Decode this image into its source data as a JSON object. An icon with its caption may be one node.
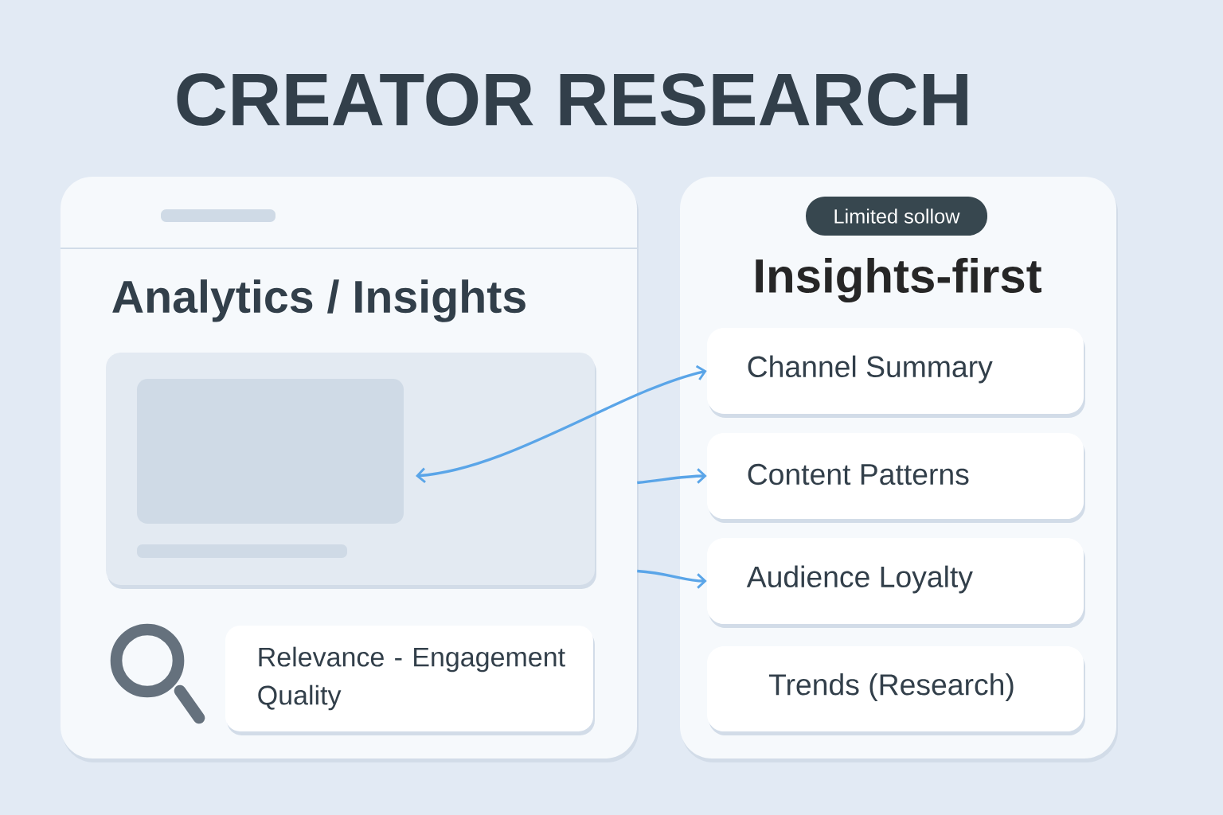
{
  "diagram": {
    "title": "CREATOR RESEARCH",
    "nodes": [
      {
        "text": [
          "Analytics / Insights"
        ]
      },
      {
        "text": [],
        "shape": "box",
        "in": 0
      },
      {
        "text": [
          "Relevance - Engagement Quality"
        ],
        "in": 0
      },
      {
        "text": [
          "Insights-first"
        ]
      },
      {
        "text": [
          "Limited sollow"
        ],
        "in": 3
      },
      {
        "text": [
          "Channel Summary"
        ],
        "in": 3
      },
      {
        "text": [
          "Content Patterns"
        ],
        "in": 3
      },
      {
        "text": [
          "Audience Loyalty"
        ],
        "in": 3
      },
      {
        "text": [
          "Trends (Research)"
        ],
        "in": 3
      }
    ],
    "edges": [
      {
        "from": 1,
        "to": 5,
        "arrow": "both"
      },
      {
        "from": 0,
        "to": 6,
        "arrow": "to"
      },
      {
        "from": 0,
        "to": 7,
        "arrow": "to"
      }
    ]
  }
}
